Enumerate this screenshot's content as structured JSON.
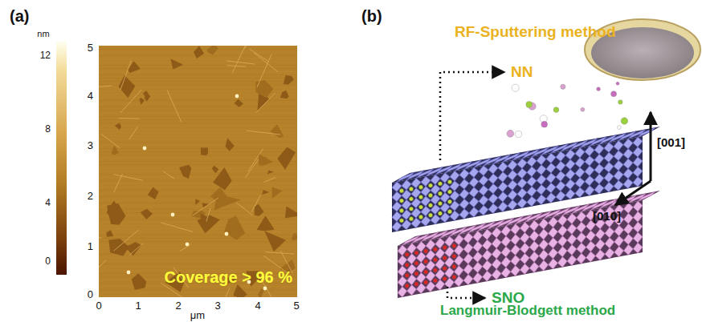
{
  "diagram": {
    "labels": [
      "(a)",
      "(b)",
      "nm",
      "12",
      "8",
      "4",
      "0",
      "5",
      "4",
      "3",
      "2",
      "1",
      "0",
      "0",
      "1",
      "2",
      "3",
      "4",
      "5",
      "μm",
      "Coverage > 96 %",
      "RF-Sputtering method",
      "NN",
      "[001]",
      "[010]",
      "SNO",
      "Langmuir-Blodgett method"
    ]
  }
}
